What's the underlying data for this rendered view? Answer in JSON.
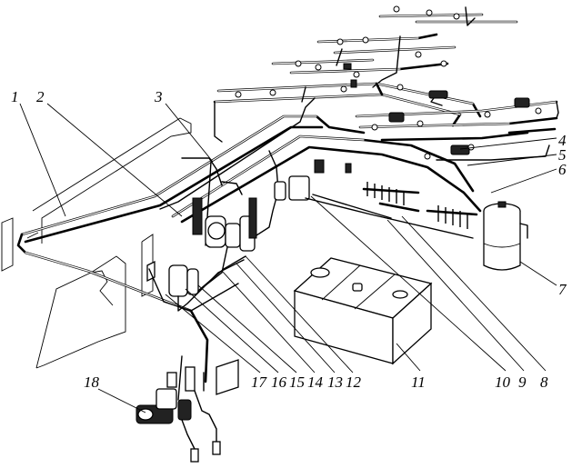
{
  "diagram": {
    "labels": [
      "1",
      "2",
      "3",
      "4",
      "5",
      "6",
      "7",
      "8",
      "9",
      "10",
      "11",
      "12",
      "13",
      "14",
      "15",
      "16",
      "17",
      "18"
    ]
  }
}
